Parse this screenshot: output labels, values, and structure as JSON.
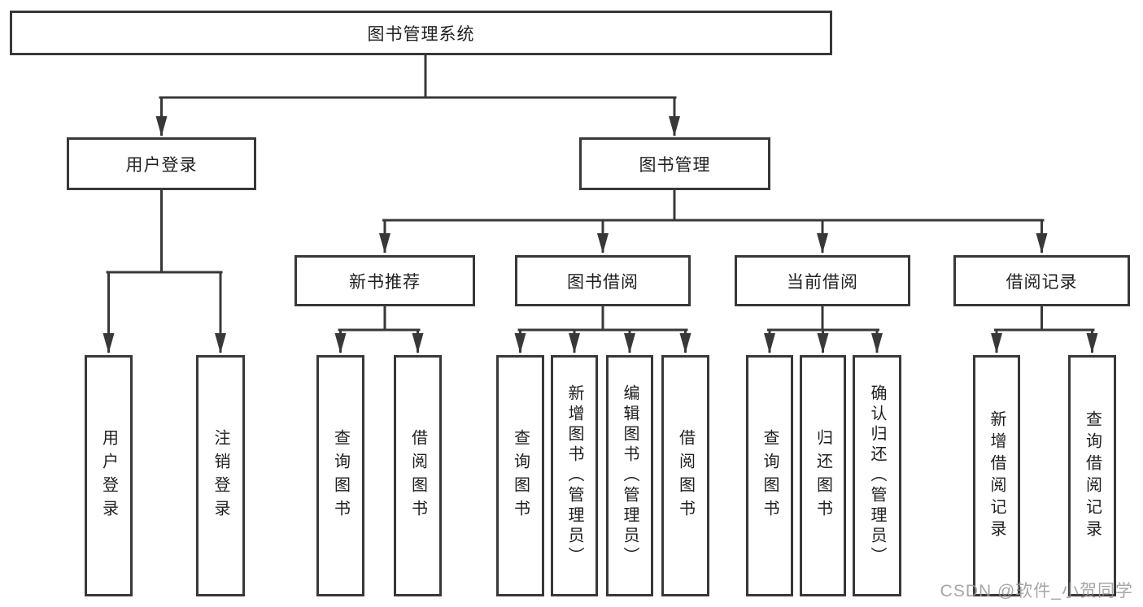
{
  "colors": {
    "line": "#383838",
    "box_border": "#383838",
    "text": "#1f1f1f",
    "background": "#ffffff",
    "watermark": "#969696"
  },
  "tree": {
    "label": "图书管理系统",
    "children": [
      {
        "label": "用户登录",
        "children": [
          {
            "label": "用户登录"
          },
          {
            "label": "注销登录"
          }
        ]
      },
      {
        "label": "图书管理",
        "children": [
          {
            "label": "新书推荐",
            "children": [
              {
                "label": "查询图书"
              },
              {
                "label": "借阅图书"
              }
            ]
          },
          {
            "label": "图书借阅",
            "children": [
              {
                "label": "查询图书"
              },
              {
                "label": "新增图书（管理员）"
              },
              {
                "label": "编辑图书（管理员）"
              },
              {
                "label": "借阅图书"
              }
            ]
          },
          {
            "label": "当前借阅",
            "children": [
              {
                "label": "查询图书"
              },
              {
                "label": "归还图书"
              },
              {
                "label": "确认归还（管理员）"
              }
            ]
          },
          {
            "label": "借阅记录",
            "children": [
              {
                "label": "新增借阅记录"
              },
              {
                "label": "查询借阅记录"
              }
            ]
          }
        ]
      }
    ]
  },
  "watermark": {
    "text": "CSDN @软件_小贺同学"
  }
}
